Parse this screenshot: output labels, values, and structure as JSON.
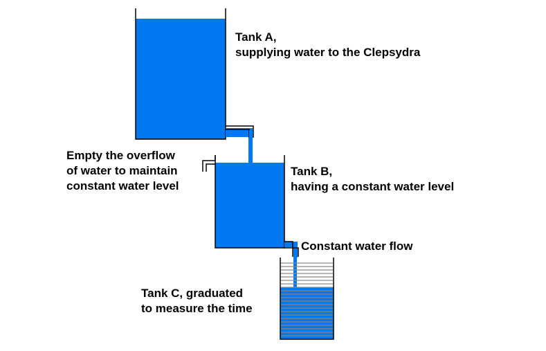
{
  "labels": {
    "tank_a": [
      "Tank A,",
      "supplying water to the Clepsydra"
    ],
    "tank_b": [
      "Tank B,",
      "having a constant water level"
    ],
    "overflow": [
      "Empty the overflow",
      "of water to maintain",
      "constant water level"
    ],
    "flow": "Constant water flow",
    "tank_c": [
      "Tank C, graduated",
      "to measure the time"
    ]
  },
  "colors": {
    "water": "#0078f0",
    "outline": "#000000",
    "graduation": "#888888"
  }
}
